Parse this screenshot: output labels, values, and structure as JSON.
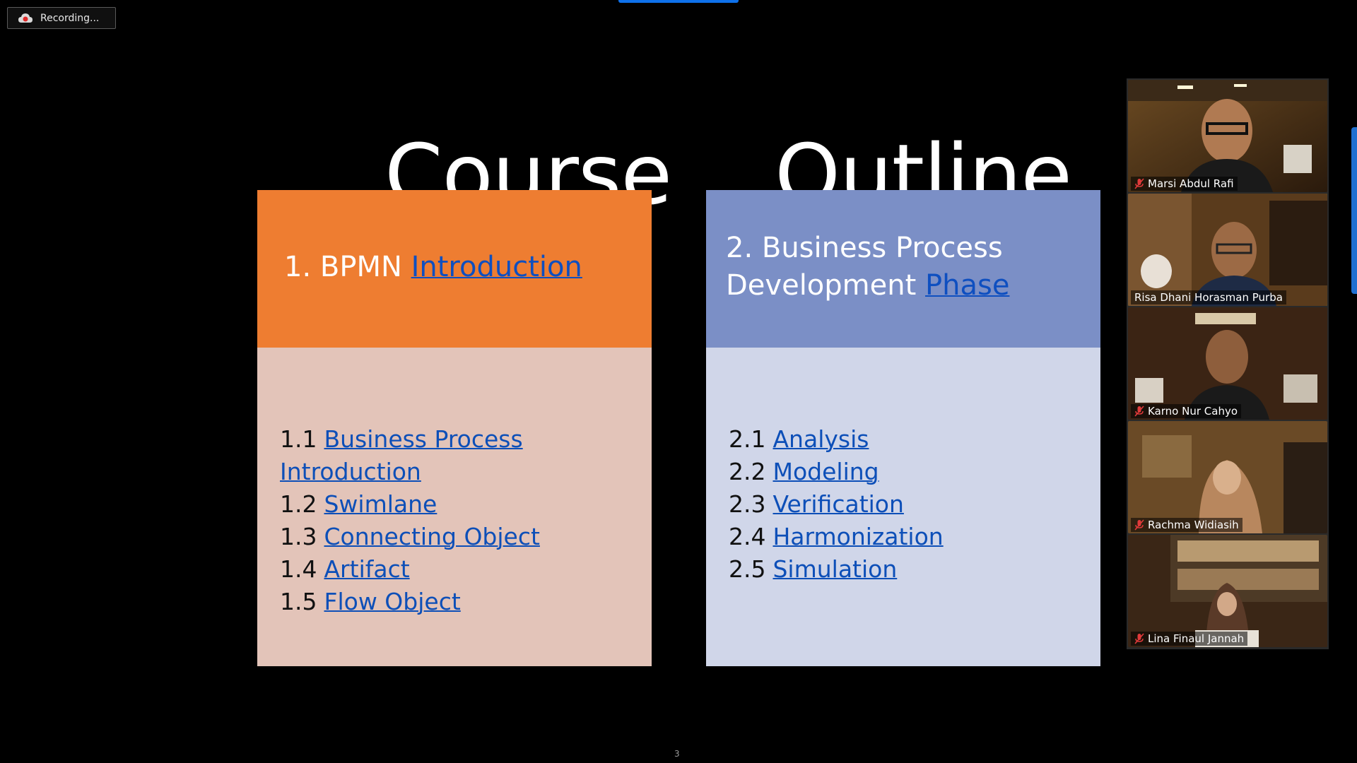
{
  "recording": {
    "label": "Recording..."
  },
  "slide": {
    "title_word1": "Course",
    "title_word2": "Outline",
    "page_number": "3",
    "left": {
      "head_prefix": "1. BPMN ",
      "head_link": "Introduction",
      "items": [
        {
          "num": "1.1",
          "text": "Business Process Introduction"
        },
        {
          "num": "1.2",
          "text": "Swimlane"
        },
        {
          "num": "1.3",
          "text": "Connecting Object"
        },
        {
          "num": "1.4",
          "text": "Artifact"
        },
        {
          "num": "1.5",
          "text": "Flow Object"
        }
      ]
    },
    "right": {
      "head_line1": "2. Business Process",
      "head_prefix2": "Development ",
      "head_link": "Phase",
      "items": [
        {
          "num": "2.1",
          "text": "Analysis"
        },
        {
          "num": "2.2",
          "text": "Modeling"
        },
        {
          "num": "2.3",
          "text": "Verification"
        },
        {
          "num": "2.4",
          "text": "Harmonization"
        },
        {
          "num": "2.5",
          "text": "Simulation"
        }
      ]
    },
    "colors": {
      "left_head": "#ee7d31",
      "left_body": "#e3c4b9",
      "right_head": "#7b8fc6",
      "right_body": "#d0d6e9",
      "link": "#0d4fb8"
    }
  },
  "participants": [
    {
      "name": "Marsi Abdul Rafi",
      "muted": true,
      "active": false
    },
    {
      "name": "Risa Dhani Horasman Purba",
      "muted": false,
      "active": true
    },
    {
      "name": "Karno Nur Cahyo",
      "muted": true,
      "active": false
    },
    {
      "name": "Rachma Widiasih",
      "muted": true,
      "active": false
    },
    {
      "name": "Lina Finaul Jannah",
      "muted": true,
      "active": false
    }
  ]
}
